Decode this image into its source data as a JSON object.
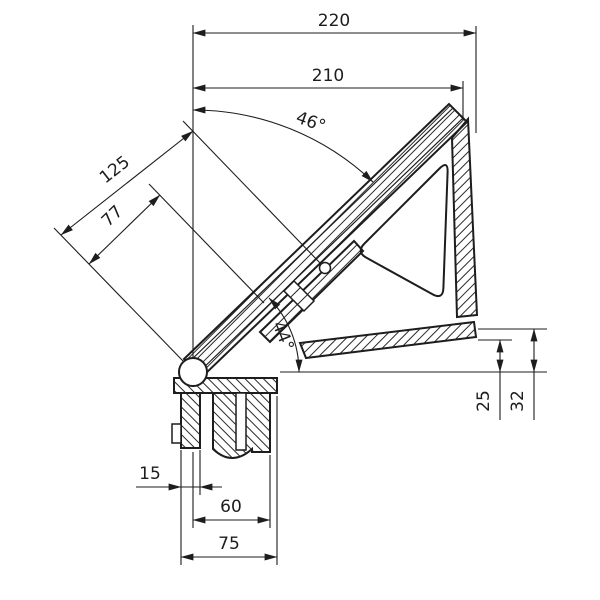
{
  "drawing": {
    "kind": "technical-section-drawing",
    "colors": {
      "line": "#1d1d1d",
      "background": "#ffffff",
      "hatch": "#2a2a2a"
    },
    "labels": {
      "dim_220": "220",
      "dim_210": "210",
      "dim_125": "125",
      "dim_77": "77",
      "angle_46": "46°",
      "angle_44": "44°",
      "dim_25": "25",
      "dim_32": "32",
      "dim_15": "15",
      "dim_60": "60",
      "dim_75": "75"
    }
  }
}
